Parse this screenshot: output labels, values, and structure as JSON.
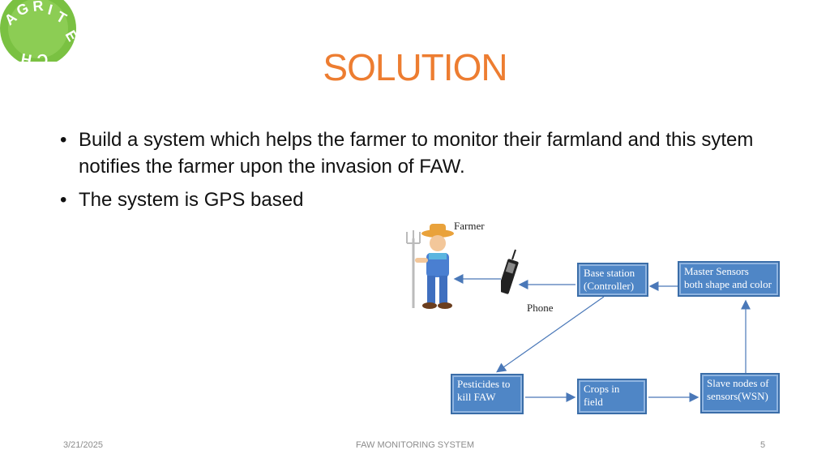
{
  "logo": {
    "text": "AGRITECH"
  },
  "title": "SOLUTION",
  "bullets": [
    "Build a system which helps the farmer to monitor their farmland and this sytem notifies the farmer upon the invasion of FAW.",
    "The system is GPS based"
  ],
  "diagram": {
    "farmer_label": "Farmer",
    "phone_label": "Phone",
    "base_station": [
      "Base station",
      "(Controller)"
    ],
    "master_sensors": [
      "Master Sensors",
      "both shape and color"
    ],
    "pesticides": [
      "Pesticides to",
      "kill FAW"
    ],
    "crops": [
      "Crops in",
      "field"
    ],
    "slave_nodes": [
      "Slave nodes of",
      "sensors(WSN)"
    ]
  },
  "footer": {
    "date": "3/21/2025",
    "center": "FAW MONITORING SYSTEM",
    "page": "5"
  },
  "colors": {
    "title": "#ed7d31",
    "box": "#4f86c6",
    "arrow": "#4a78b8",
    "logo_green": "#7ac142"
  }
}
